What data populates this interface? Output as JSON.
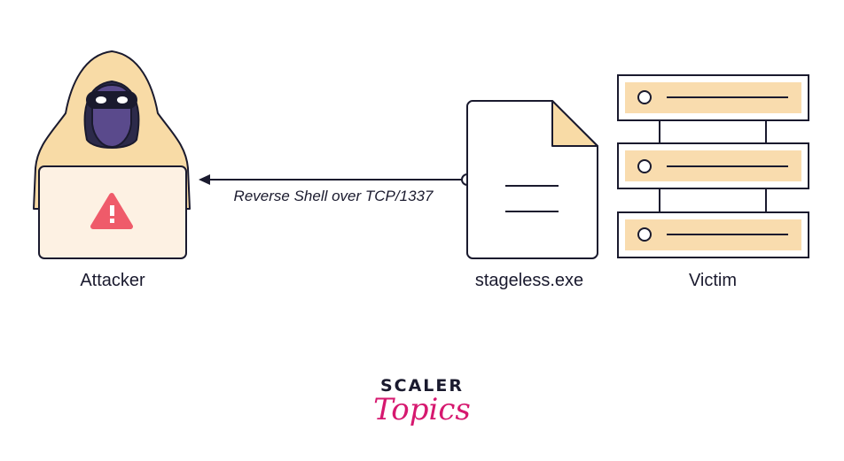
{
  "nodes": {
    "attacker": {
      "label": "Attacker"
    },
    "payload": {
      "label": "stageless.exe"
    },
    "victim": {
      "label": "Victim"
    }
  },
  "edge": {
    "label": "Reverse Shell over TCP/1337"
  },
  "logo": {
    "line1": "SCALER",
    "line2": "Topics"
  },
  "colors": {
    "ink": "#1a1a2e",
    "hood": "#f8dba6",
    "laptop": "#fdf1e3",
    "warning": "#ef5b6a",
    "mask": "#5a4a8c",
    "server_panel": "#f9dcae",
    "brand": "#d6186f"
  }
}
